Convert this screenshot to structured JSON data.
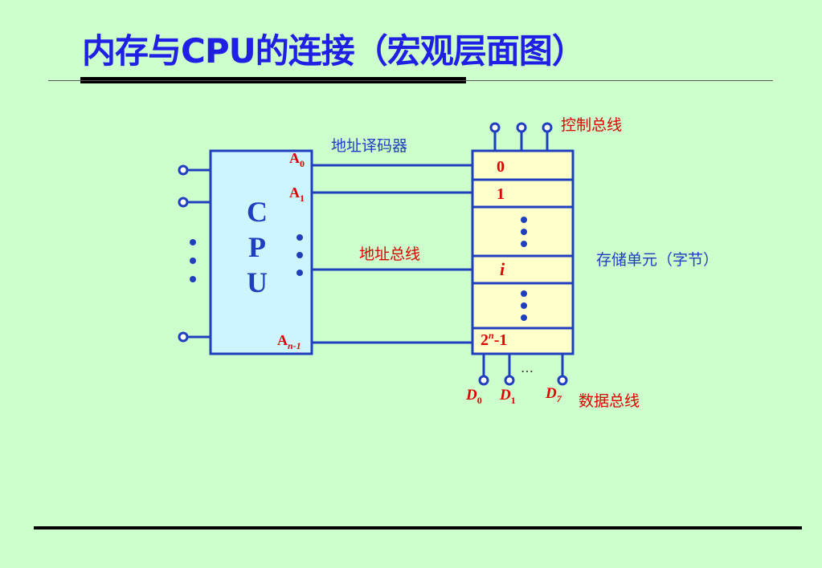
{
  "title": "内存与CPU的连接（宏观层面图）",
  "cpu": {
    "letters": [
      "C",
      "P",
      "U"
    ]
  },
  "address_pins": [
    {
      "base": "A",
      "sub": "0"
    },
    {
      "base": "A",
      "sub": "1"
    },
    {
      "base": "A",
      "sub": "n-1"
    }
  ],
  "labels": {
    "decoder": "地址译码器",
    "address_bus": "地址总线",
    "control_bus": "控制总线",
    "storage_unit": "存储单元（字节）",
    "data_bus": "数据总线"
  },
  "memory_cells": {
    "first": "0",
    "second": "1",
    "middle": "i",
    "last_base": "2",
    "last_sup": "n",
    "last_tail": "-1"
  },
  "data_pins": [
    {
      "base": "D",
      "sub": "0"
    },
    {
      "base": "D",
      "sub": "1"
    },
    {
      "base": "D",
      "sub": "7"
    }
  ],
  "ellipsis": "…",
  "colors": {
    "title": "#1f1fe6",
    "line": "#1f3fbf",
    "cpu_fill": "#ccf5ff",
    "memory_fill": "#ffffcc",
    "red": "#dd0000",
    "blue_text": "#1f3fbf",
    "background": "#ccffcc"
  }
}
